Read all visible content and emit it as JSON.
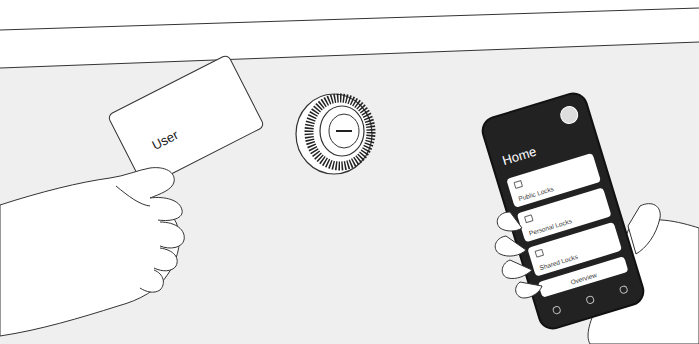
{
  "diagram": {
    "nodes": [
      {
        "text": [
          "User"
        ]
      },
      {
        "text": [
          "Home"
        ]
      },
      {
        "text": [
          "Public Locks"
        ],
        "in": 1
      },
      {
        "text": [
          "Personal Locks"
        ],
        "in": 1
      },
      {
        "text": [
          "Shared Locks"
        ],
        "in": 1
      },
      {
        "text": [
          "Overview"
        ],
        "in": 1
      }
    ]
  }
}
